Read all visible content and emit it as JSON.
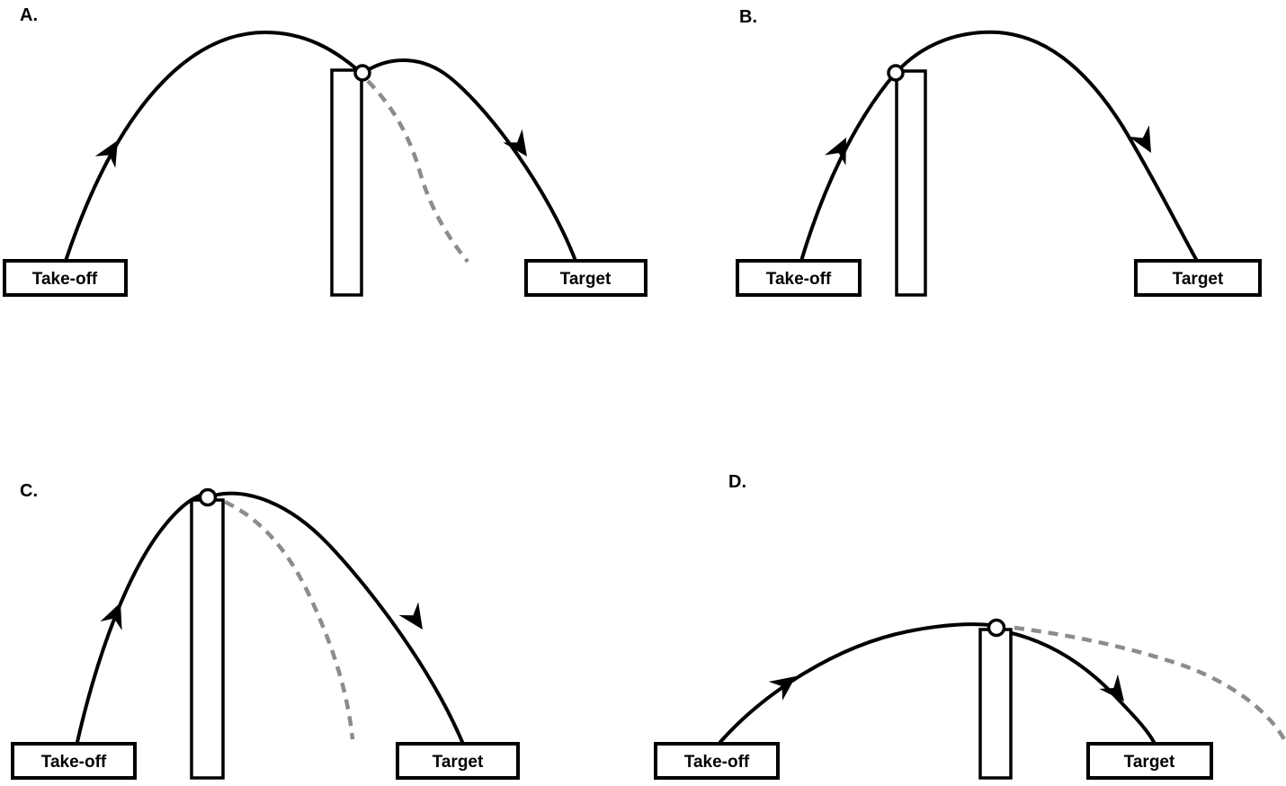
{
  "figure": {
    "background": "#ffffff",
    "line_color": "#000000",
    "dashed_color": "#8c8c8c",
    "box_fill": "#ffffff"
  },
  "panels": [
    {
      "label": "A.",
      "takeoff_label": "Take-off",
      "target_label": "Target",
      "has_dashed_path": true
    },
    {
      "label": "B.",
      "takeoff_label": "Take-off",
      "target_label": "Target",
      "has_dashed_path": false
    },
    {
      "label": "C.",
      "takeoff_label": "Take-off",
      "target_label": "Target",
      "has_dashed_path": true
    },
    {
      "label": "D.",
      "takeoff_label": "Take-off",
      "target_label": "Target",
      "has_dashed_path": true
    }
  ]
}
